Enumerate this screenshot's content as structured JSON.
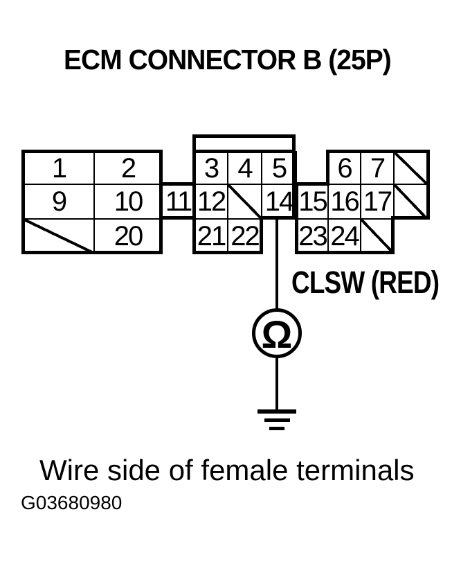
{
  "title": "ECM CONNECTOR B (25P)",
  "colors": {
    "ink": "#000000",
    "paper": "#ffffff"
  },
  "connector": {
    "description": "25-pin ECM connector pin grid, empty positions shown with diagonal slash",
    "rows": [
      {
        "cells": [
          {
            "pin": "1",
            "col": "L1"
          },
          {
            "pin": "2",
            "col": "L2"
          },
          {
            "pin": "3",
            "col": "M1"
          },
          {
            "pin": "4",
            "col": "M2"
          },
          {
            "pin": "5",
            "col": "M3"
          },
          {
            "pin": "6",
            "col": "R2"
          },
          {
            "pin": "7",
            "col": "R3"
          },
          {
            "pin": "",
            "col": "R4",
            "empty": true
          }
        ]
      },
      {
        "cells": [
          {
            "pin": "9",
            "col": "L1"
          },
          {
            "pin": "10",
            "col": "L2"
          },
          {
            "pin": "11",
            "col": "B"
          },
          {
            "pin": "12",
            "col": "M1"
          },
          {
            "pin": "",
            "col": "M2",
            "empty": true
          },
          {
            "pin": "14",
            "col": "M3"
          },
          {
            "pin": "15",
            "col": "R1"
          },
          {
            "pin": "16",
            "col": "R2"
          },
          {
            "pin": "17",
            "col": "R3"
          },
          {
            "pin": "",
            "col": "R4",
            "empty": true
          }
        ]
      },
      {
        "cells": [
          {
            "pin": "",
            "col": "L1",
            "empty": true
          },
          {
            "pin": "20",
            "col": "L2"
          },
          {
            "pin": "21",
            "col": "M1"
          },
          {
            "pin": "22",
            "col": "M2"
          },
          {
            "pin": "23",
            "col": "R1"
          },
          {
            "pin": "24",
            "col": "R2"
          },
          {
            "pin": "",
            "col": "R3",
            "empty": true
          }
        ]
      }
    ]
  },
  "wire": {
    "label": "CLSW (RED)",
    "from_pin": "14"
  },
  "meter": {
    "symbol": "Ω",
    "meaning": "ohmmeter"
  },
  "caption": "Wire side of female terminals",
  "figure_id": "G03680980"
}
